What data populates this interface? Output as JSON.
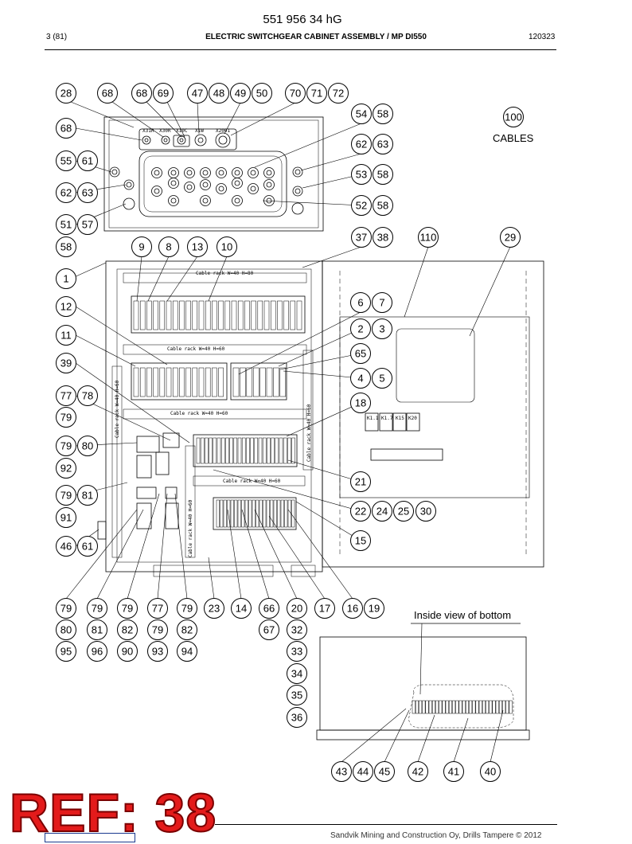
{
  "header": {
    "doc_code": "551 956 34 hG",
    "page": "3 (81)",
    "title": "ELECTRIC SWITCHGEAR CABINET ASSEMBLY / MP DI550",
    "date": "120323"
  },
  "labels": {
    "cables": "CABLES",
    "inside_view": "Inside view of bottom",
    "cable_rack_1": "Cable rack W=40 H=80",
    "cable_rack_2": "Cable rack W=40 H=60",
    "cable_rack_3": "Cable rack W=40 H=60",
    "cable_rack_4": "Cable rack W=40 H=60",
    "cable_rack_v1": "Cable rack W=40 H=60",
    "cable_rack_v2": "Cable rack W=40 H=60",
    "cable_rack_v3": "Cable rack W=40 H=60",
    "comp_k1": "K1.1",
    "comp_k2": "K1.7",
    "comp_k3": "K15",
    "comp_k4": "K20",
    "conn_1": "X31R",
    "conn_2": "X30R",
    "conn_3": "X10C",
    "conn_4": "X1W",
    "conn_5": "X2001"
  },
  "stamp": {
    "ref": "REF: 38"
  },
  "footer": {
    "copyright": "Sandvik Mining and Construction Oy, Drills Tampere © 2012"
  },
  "callouts": [
    "28",
    "68",
    "68",
    "69",
    "47",
    "48",
    "49",
    "50",
    "70",
    "71",
    "72",
    "54",
    "58",
    "100",
    "68",
    "62",
    "63",
    "55",
    "61",
    "53",
    "58",
    "62",
    "63",
    "52",
    "58",
    "51",
    "57",
    "58",
    "9",
    "8",
    "13",
    "10",
    "37",
    "38",
    "110",
    "29",
    "1",
    "6",
    "7",
    "12",
    "2",
    "3",
    "65",
    "11",
    "39",
    "4",
    "5",
    "77",
    "78",
    "79",
    "18",
    "79",
    "80",
    "92",
    "21",
    "79",
    "81",
    "91",
    "22",
    "24",
    "25",
    "30",
    "46",
    "61",
    "15",
    "79",
    "79",
    "79",
    "77",
    "79",
    "23",
    "14",
    "66",
    "20",
    "17",
    "16",
    "19",
    "80",
    "81",
    "82",
    "79",
    "82",
    "67",
    "32",
    "95",
    "96",
    "90",
    "93",
    "94",
    "33",
    "34",
    "35",
    "36",
    "43",
    "44",
    "45",
    "42",
    "41",
    "40"
  ]
}
